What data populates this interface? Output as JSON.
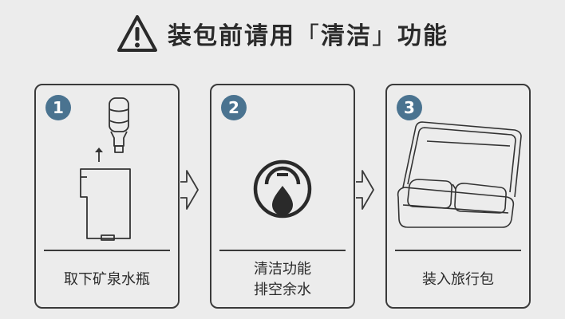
{
  "header": {
    "warning_icon": "warning-triangle-icon",
    "title_prefix": "装包前请用",
    "bracket_open": "「",
    "title_highlight": "清洁",
    "bracket_close": "」",
    "title_suffix": "功能"
  },
  "steps": [
    {
      "number": "1",
      "icon": "remove-water-bottle-icon",
      "caption_line1": "取下矿泉水瓶"
    },
    {
      "number": "2",
      "icon": "drain-water-icon",
      "caption_line1": "清洁功能",
      "caption_line2": "排空余水"
    },
    {
      "number": "3",
      "icon": "travel-case-icon",
      "caption_line1": "装入旅行包"
    }
  ],
  "colors": {
    "badge": "#4a7390",
    "line": "#3a3a3a",
    "background": "#ececec"
  }
}
